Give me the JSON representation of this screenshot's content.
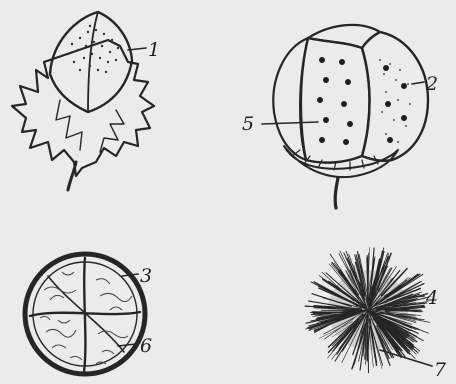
{
  "figure": {
    "background": "#ebebeb",
    "ink": "#262626",
    "labels": [
      "1",
      "2",
      "3",
      "4",
      "5",
      "6",
      "7"
    ]
  }
}
